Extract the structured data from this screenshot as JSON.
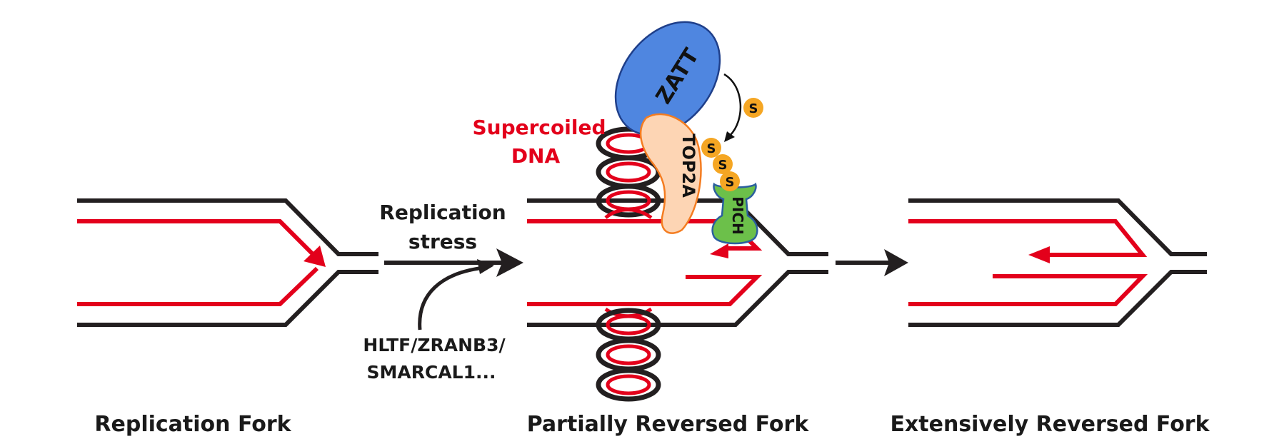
{
  "colors": {
    "parental_strand": "#231f20",
    "nascent_strand": "#e3001b",
    "zatt": "#4f86e0",
    "top2a": "#fdd5b4",
    "pich": "#6cc04a",
    "sumo": "#f5a623"
  },
  "labels": {
    "replication_fork": "Replication Fork",
    "partially_reversed_fork": "Partially Reversed Fork",
    "extensively_reversed_fork": "Extensively Reversed Fork",
    "replication_stress_line1": "Replication",
    "replication_stress_line2": "stress",
    "remodelers_line1": "HLTF/ZRANB3/",
    "remodelers_line2": "SMARCAL1...",
    "supercoiled_line1": "Supercoiled",
    "supercoiled_line2": "DNA"
  },
  "proteins": {
    "zatt": "ZATT",
    "top2a": "TOP2A",
    "pich": "PICH"
  },
  "sumo": [
    "S",
    "S",
    "S",
    "S"
  ]
}
